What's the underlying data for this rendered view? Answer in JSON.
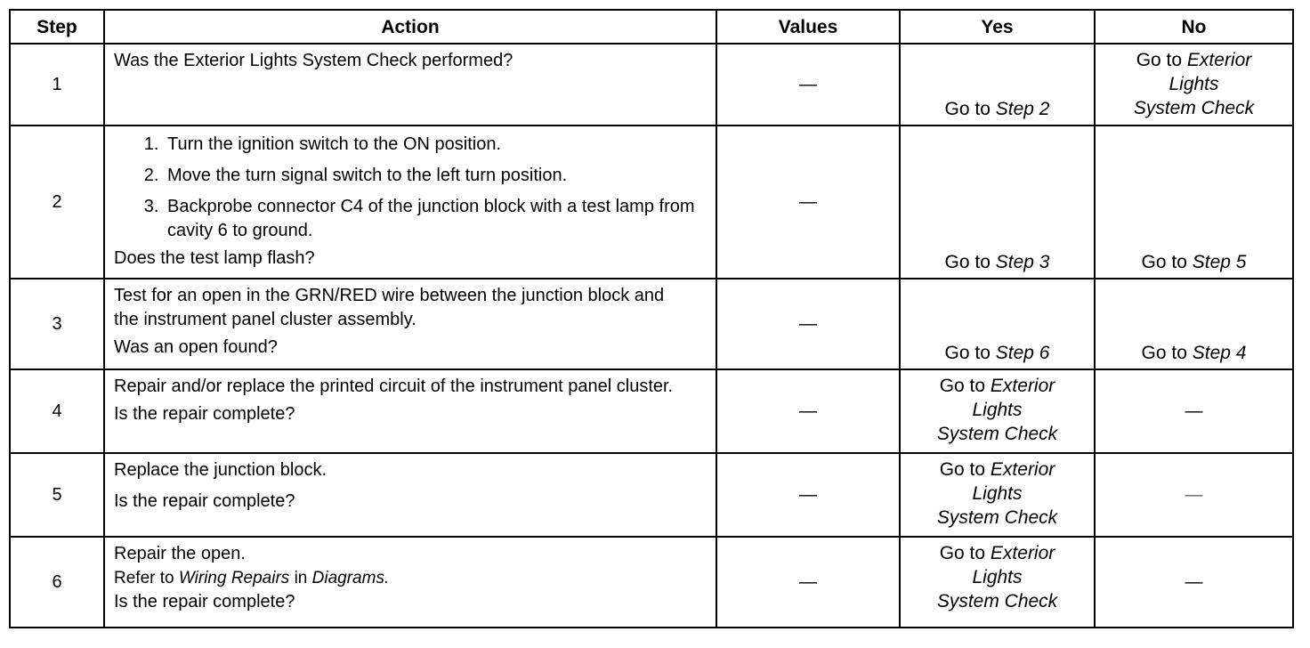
{
  "headers": {
    "step": "Step",
    "action": "Action",
    "values": "Values",
    "yes": "Yes",
    "no": "No"
  },
  "dash": "—",
  "goto": "Go to",
  "ext_ref": {
    "line1": "Exterior",
    "line2": "Lights",
    "line3": "System Check"
  },
  "rows": [
    {
      "step": "1",
      "action": "Was the Exterior Lights System Check performed?",
      "yes_prefix": "Go to",
      "yes_ref": "Step 2"
    },
    {
      "step": "2",
      "items": [
        "Turn the ignition switch to the ON position.",
        "Move the turn signal switch to the left turn position.",
        "Backprobe connector C4 of the junction block with a test lamp from cavity 6 to ground."
      ],
      "question": "Does the test lamp flash?",
      "yes_ref": "Step 3",
      "no_ref": "Step 5"
    },
    {
      "step": "3",
      "action": "Test for an open in the GRN/RED wire between the junction block and the instrument panel cluster assembly.",
      "question": "Was an open found?",
      "yes_ref": "Step 6",
      "no_ref": "Step 4"
    },
    {
      "step": "4",
      "action": "Repair and/or replace the printed circuit of the instrument panel cluster.",
      "question": "Is the repair complete?"
    },
    {
      "step": "5",
      "action": "Replace the junction block.",
      "question": "Is the repair complete?"
    },
    {
      "step": "6",
      "action": "Repair the open.",
      "refer_prefix": "Refer to",
      "refer_link": "Wiring Repairs",
      "refer_mid": "in",
      "refer_target": "Diagrams.",
      "question": "Is the repair complete?"
    }
  ]
}
